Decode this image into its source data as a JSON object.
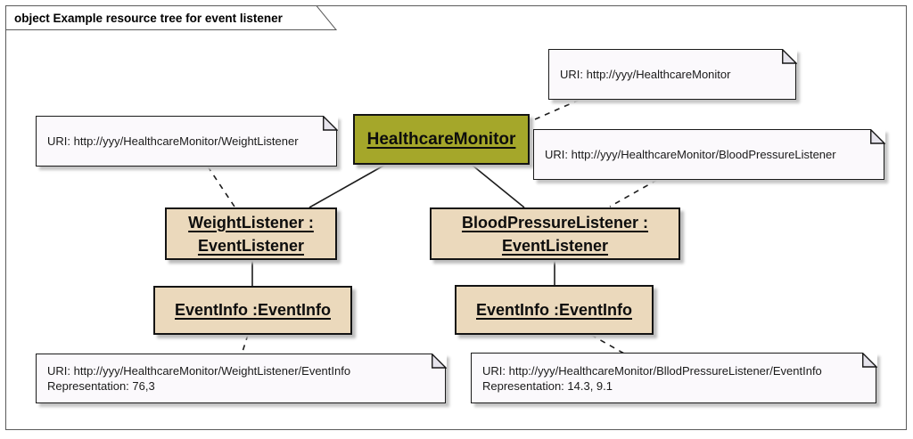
{
  "diagram": {
    "title": "object Example resource tree for event listener",
    "colors": {
      "main_object_bg": "#A5A72A",
      "child_object_bg": "#EBD9BC",
      "note_bg": "#FBF9FC",
      "border": "#141414"
    }
  },
  "objects": {
    "healthcare_monitor": {
      "label": "HealthcareMonitor"
    },
    "weight_listener": {
      "line1": "WeightListener :",
      "line2": "EventListener"
    },
    "blood_pressure_listener": {
      "line1": "BloodPressureListener :",
      "line2": "EventListener"
    },
    "event_info_left": {
      "label": "EventInfo :EventInfo"
    },
    "event_info_right": {
      "label": "EventInfo :EventInfo"
    }
  },
  "notes": {
    "monitor_uri": {
      "line1": "URI: http://yyy/HealthcareMonitor"
    },
    "weight_listener_uri": {
      "line1": "URI: http://yyy/HealthcareMonitor/WeightListener"
    },
    "blood_pressure_listener_uri": {
      "line1": "URI: http://yyy/HealthcareMonitor/BloodPressureListener"
    },
    "weight_event_info": {
      "line1": "URI: http://yyy/HealthcareMonitor/WeightListener/EventInfo",
      "line2": "Representation: 76,3"
    },
    "blood_pressure_event_info": {
      "line1": "URI: http://yyy/HealthcareMonitor/BllodPressureListener/EventInfo",
      "line2": "Representation: 14.3, 9.1"
    }
  }
}
